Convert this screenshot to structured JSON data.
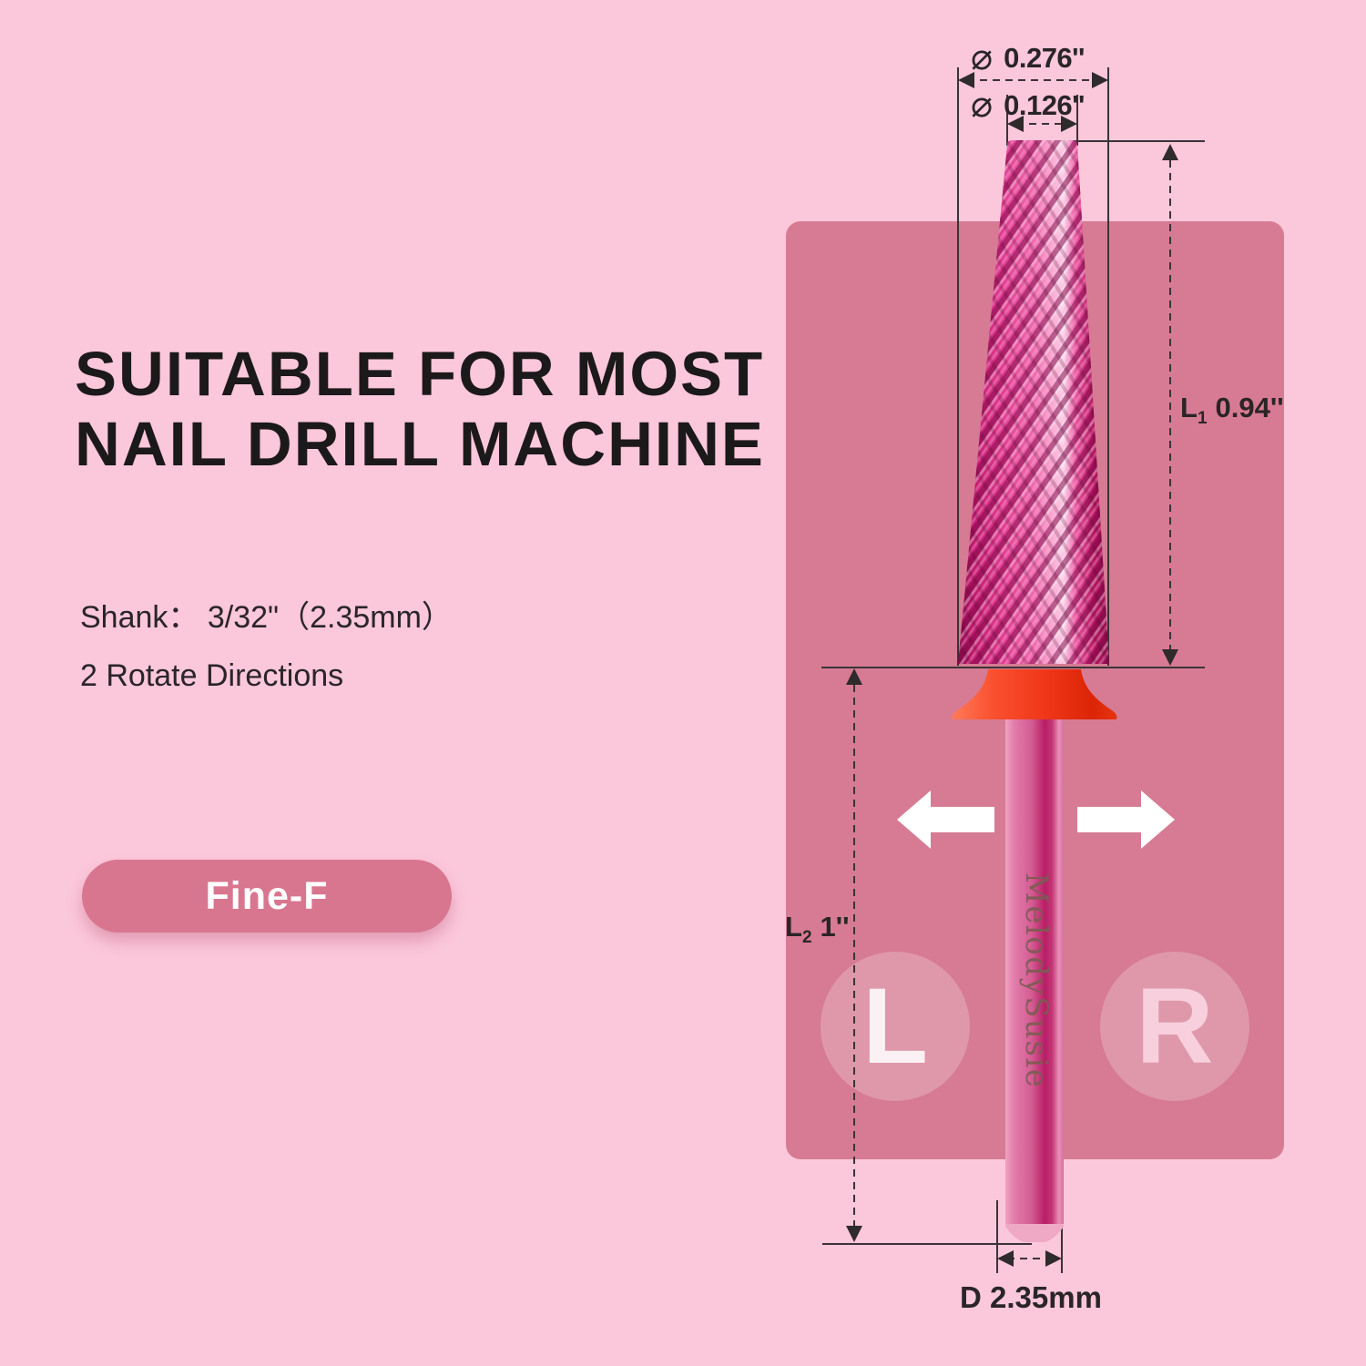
{
  "colors": {
    "background": "#FBC7DB",
    "panel": "#D67B93",
    "badge": "#D9768F",
    "badge_text": "#FFFFFF",
    "heading_text": "#1C191A",
    "body_text": "#2A2527",
    "dimension_line": "#3B3337",
    "collar_red": "#F13A1F",
    "bit_magenta": "#D6217C",
    "arrow_white": "#FFFFFF",
    "circle_letter_left": "#FBF1F5",
    "circle_letter_right": "#F7CFDD"
  },
  "heading": {
    "line1": "SUITABLE FOR MOST",
    "line2": "NAIL DRILL MACHINE"
  },
  "specs": {
    "shank": "Shank： 3/32\"（2.35mm）",
    "rotate": "2 Rotate Directions"
  },
  "badge": {
    "label": "Fine-F"
  },
  "drill": {
    "brand": "MelodySusie"
  },
  "rotation": {
    "left_label": "L",
    "right_label": "R"
  },
  "dimensions": {
    "outer_diameter": {
      "symbol": "⌀",
      "value": "0.276''"
    },
    "tip_diameter": {
      "symbol": "⌀",
      "value": "0.126''"
    },
    "head_length": {
      "prefix": "L",
      "sub": "1",
      "value": "0.94''"
    },
    "shank_length": {
      "prefix": "L",
      "sub": "2",
      "value": "1''"
    },
    "shank_diameter": {
      "value": "D 2.35mm"
    }
  }
}
